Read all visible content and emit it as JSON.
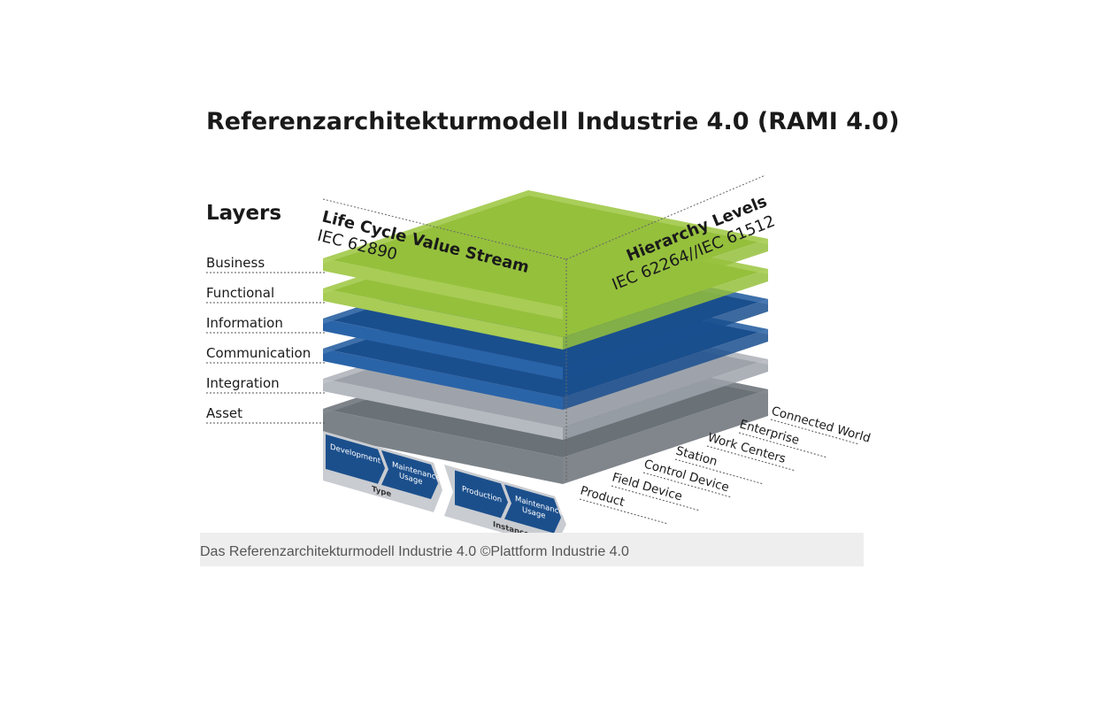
{
  "title": "Referenzarchitekturmodell Industrie 4.0 (RAMI 4.0)",
  "layers_heading": "Layers",
  "layers": [
    "Business",
    "Functional",
    "Information",
    "Communication",
    "Integration",
    "Asset"
  ],
  "life_cycle": {
    "title": "Life Cycle Value Stream",
    "standard": "IEC 62890"
  },
  "hierarchy": {
    "title": "Hierarchy Levels",
    "standard": "IEC 62264//IEC 61512"
  },
  "hierarchy_levels": [
    "Connected World",
    "Enterprise",
    "Work Centers",
    "Station",
    "Control Device",
    "Field Device",
    "Product"
  ],
  "type_band": {
    "label": "Type",
    "steps": [
      "Development",
      "Maintenance",
      "Usage"
    ]
  },
  "instance_band": {
    "label": "Instance",
    "steps": [
      "Production",
      "Maintenance",
      "Usage"
    ]
  },
  "caption": "Das Referenzarchitekturmodell Industrie 4.0 ©Plattform Industrie 4.0",
  "colors": {
    "green": "#95c03c",
    "blue": "#1d5a9c",
    "grey": "#a7abb2",
    "dark_grey": "#6a7177"
  }
}
